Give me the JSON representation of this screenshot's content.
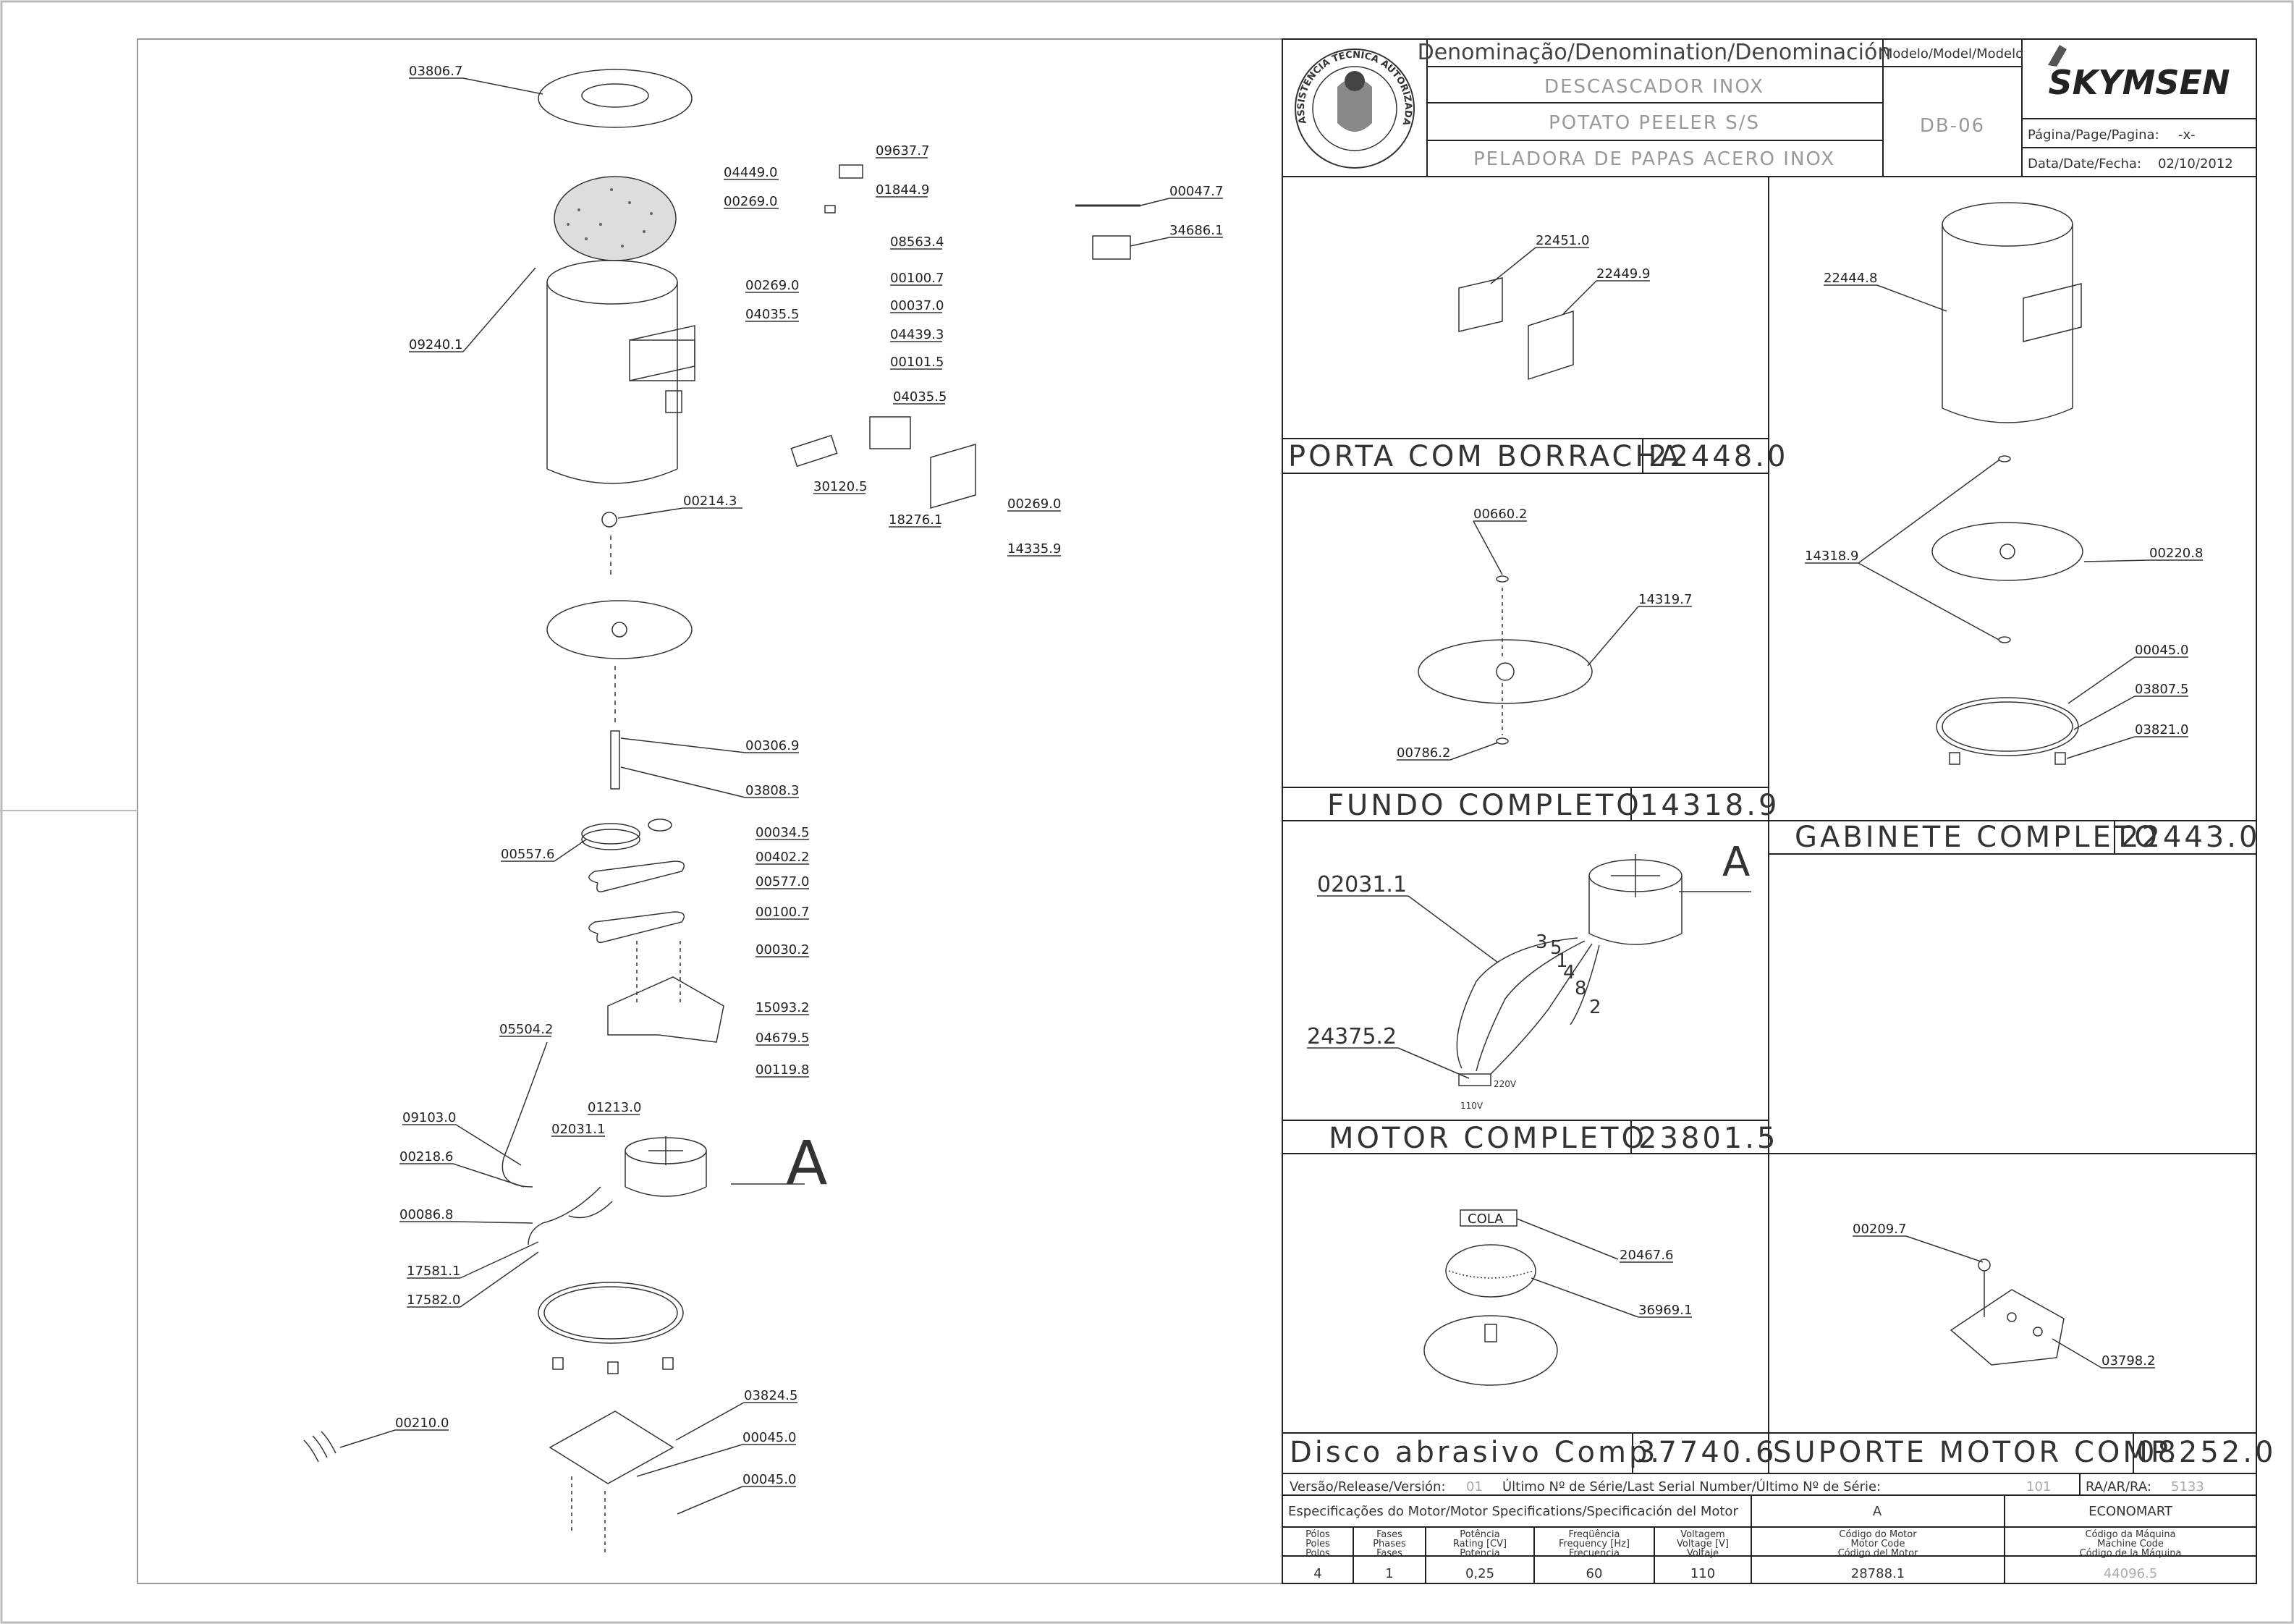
{
  "titleblock": {
    "denomination_header": "Denominação/Denomination/Denominación",
    "names": [
      "DESCASCADOR INOX",
      "POTATO PEELER S/S",
      "PELADORA DE PAPAS ACERO INOX"
    ],
    "model_header": "Modelo/Model/Modelo",
    "model_value": "DB-06",
    "brand": "SKYMSEN",
    "page_label": "Página/Page/Pagina:",
    "page_value": "-x-",
    "date_label": "Data/Date/Fecha:",
    "date_value": "02/10/2012",
    "seal_text": "ASSISTÊNCIA TÉCNICA AUTORIZADA"
  },
  "sections": {
    "porta": {
      "title": "PORTA COM BORRACHA",
      "code": "22448.0"
    },
    "fundo": {
      "title": "FUNDO COMPLETO",
      "code": "14318.9"
    },
    "gabinete": {
      "title": "GABINETE COMPLETO",
      "code": "22443.0"
    },
    "motor": {
      "title": "MOTOR COMPLETO",
      "code": "23801.5"
    },
    "disco": {
      "title": "Disco abrasivo Comp.",
      "code": "37740.6"
    },
    "suporte": {
      "title": "SUPORTE MOTOR COMP.",
      "code": "08252.0"
    }
  },
  "footer": {
    "version_label": "Versão/Release/Versión:",
    "version_value": "01",
    "serial_label": "Último Nº de Série/Last Serial Number/Último Nº de Série:",
    "serial_value": "101",
    "ra_label": "RA/AR/RA:",
    "ra_value": "5133",
    "spec_label": "Especificações do Motor/Motor Specifications/Specificación del Motor",
    "motor_letter": "A",
    "economart": "ECONOMART",
    "col_heads": [
      [
        "Pólos",
        "Poles",
        "Polos"
      ],
      [
        "Fases",
        "Phases",
        "Fases"
      ],
      [
        "Potência",
        "Rating [CV]",
        "Potencia"
      ],
      [
        "Freqüência",
        "Frequency [Hz]",
        "Frecuencia"
      ],
      [
        "Voltagem",
        "Voltage [V]",
        "Voltaje"
      ],
      [
        "Código do Motor",
        "Motor Code",
        "Código del Motor"
      ],
      [
        "Código da Máquina",
        "Machine Code",
        "Código de la Máquina"
      ]
    ],
    "values": [
      "4",
      "1",
      "0,25",
      "60",
      "110",
      "28788.1",
      "44096.5"
    ]
  },
  "main_labels": [
    "03806.7",
    "04449.0",
    "00269.0",
    "09637.7",
    "01844.9",
    "08563.4",
    "00269.0",
    "00100.7",
    "04035.5",
    "00037.0",
    "04439.3",
    "00101.5",
    "04035.5",
    "09240.1",
    "30120.5",
    "00269.0",
    "18276.1",
    "14335.9",
    "00214.3",
    "00306.9",
    "03808.3",
    "00034.5",
    "00557.6",
    "00402.2",
    "00577.0",
    "00100.7",
    "00030.2",
    "15093.2",
    "05504.2",
    "04679.5",
    "00119.8",
    "01213.0",
    "09103.0",
    "02031.1",
    "00218.6",
    "00086.8",
    "17581.1",
    "17582.0",
    "03824.5",
    "00210.0",
    "00045.0",
    "00045.0",
    "00047.7",
    "34686.1",
    "A"
  ],
  "porta_labels": [
    "22451.0",
    "22449.9"
  ],
  "fundo_labels": [
    "00660.2",
    "14319.7",
    "00786.2"
  ],
  "gabinete_labels": [
    "22444.8",
    "14318.9",
    "00220.8",
    "00045.0",
    "03807.5",
    "03821.0"
  ],
  "motor_labels": [
    "02031.1",
    "24375.2",
    "A",
    "3",
    "5",
    "1",
    "4",
    "8",
    "2",
    "220V",
    "110V"
  ],
  "disco_labels": [
    "COLA",
    "20467.6",
    "36969.1"
  ],
  "suporte_labels": [
    "00209.7",
    "03798.2"
  ]
}
